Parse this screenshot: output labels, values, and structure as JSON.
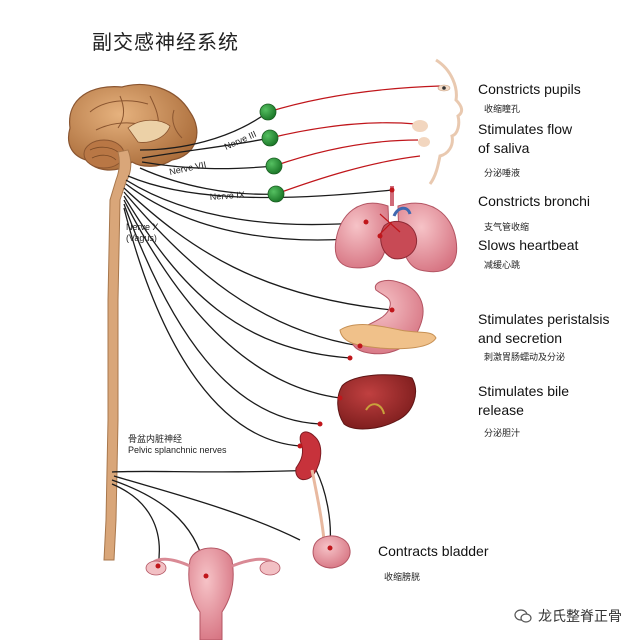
{
  "title": "副交感神经系统",
  "nerve_labels": {
    "n3": "Nerve III",
    "n7": "Nerve VII",
    "n9": "Nerve IX",
    "n10_line1": "Nerve X",
    "n10_line2": "(Vagus)"
  },
  "pelvic": {
    "zh": "骨盆内脏神经",
    "en": "Pelvic splanchnic nerves"
  },
  "effects": [
    {
      "en": [
        "Constricts pupils"
      ],
      "zh": "收缩瞳孔"
    },
    {
      "en": [
        "Stimulates flow",
        "of saliva"
      ],
      "zh": "分泌唾液"
    },
    {
      "en": [
        "Constricts bronchi"
      ],
      "zh": "支气管收缩"
    },
    {
      "en": [
        "Slows heartbeat"
      ],
      "zh": "减缓心跳"
    },
    {
      "en": [
        "Stimulates peristalsis",
        "and secretion"
      ],
      "zh": "刺激胃肠蠕动及分泌"
    },
    {
      "en": [
        "Stimulates bile",
        "release"
      ],
      "zh": "分泌胆汁"
    },
    {
      "en": [
        "Contracts bladder"
      ],
      "zh": "收缩膀胱"
    }
  ],
  "watermark": "龙氏整脊正骨",
  "colors": {
    "ganglion": "#2e9e3e",
    "nerve": "#1b1b1b",
    "fiber_red": "#c0161b",
    "brain": "#c98a52",
    "spine": "#d9a679",
    "organ_pink": "#e58b95"
  }
}
